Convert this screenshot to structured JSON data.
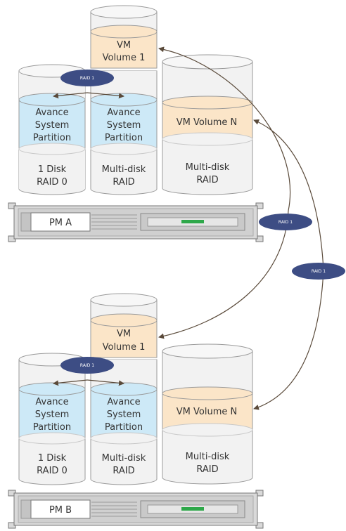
{
  "labels": {
    "avance_1": "Avance",
    "avance_2": "System",
    "avance_3": "Partition",
    "vm_vol_1_line1": "VM",
    "vm_vol_1_line2": "Volume 1",
    "vm_vol_n": "VM Volume N",
    "one_disk_1": "1 Disk",
    "one_disk_2": "RAID 0",
    "multi_1": "Multi-disk",
    "multi_2": "RAID",
    "raid1": "RAID 1"
  },
  "machines": {
    "a": "PM A",
    "b": "PM B"
  },
  "colors": {
    "peach": "#fbe5c8",
    "blue": "#cde9f7",
    "disk": "#f2f2f2",
    "navy": "#3d4d84",
    "arrow": "#5a4a3a",
    "server": "#d9d9d9",
    "led": "#2ea84a"
  }
}
